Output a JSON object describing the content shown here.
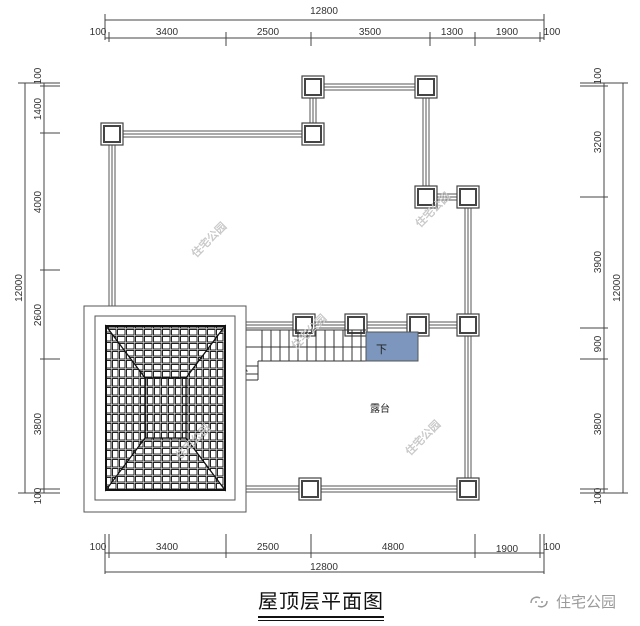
{
  "drawing": {
    "title": "屋顶层平面图",
    "terrace_label": "露台",
    "stair_down_label": "下",
    "watermark": "住宅公园",
    "brand": {
      "icon": "wechat-official-icon",
      "label": "住宅公园"
    },
    "colors": {
      "line": "#333333",
      "stair_landing": "#7c96bd",
      "watermark": "#c8c8c8"
    }
  },
  "dimensions": {
    "top": {
      "total": "12800",
      "left_offset": "100",
      "right_offset": "100",
      "segments": [
        "3400",
        "2500",
        "3500",
        "1300",
        "1900"
      ]
    },
    "bottom": {
      "total": "12800",
      "left_offset": "100",
      "right_offset": "100",
      "segments": [
        "3400",
        "2500",
        "4800",
        "1900"
      ]
    },
    "left": {
      "total": "12000",
      "top_offset": "100",
      "bottom_offset": "100",
      "segments": [
        "1400",
        "4000",
        "2600",
        "3800"
      ]
    },
    "right": {
      "total": "12000",
      "top_offset": "100",
      "bottom_offset": "100",
      "segments": [
        "3200",
        "3900",
        "900",
        "3800"
      ]
    }
  }
}
